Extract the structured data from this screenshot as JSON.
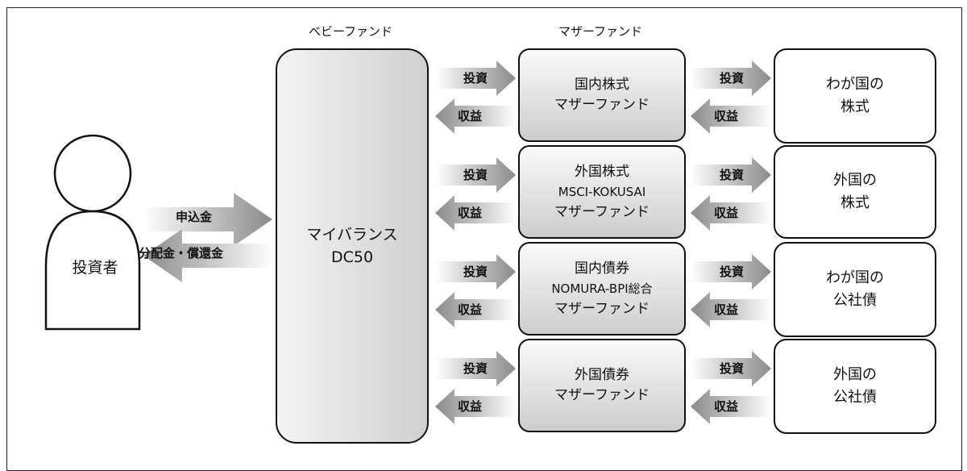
{
  "labels": {
    "baby_fund": "ベビーファンド",
    "mother_fund": "マザーファンド"
  },
  "investor": {
    "label": "投資者",
    "arrow_in": "申込金",
    "arrow_out": "分配金・償還金"
  },
  "baby": {
    "line1": "マイバランス",
    "line2": "DC50"
  },
  "arrow_words": {
    "invest": "投資",
    "profit": "収益"
  },
  "mothers": [
    {
      "line1": "国内株式",
      "line2": "マザーファンド",
      "line3": ""
    },
    {
      "line1": "外国株式",
      "line2": "MSCI-KOKUSAI",
      "line3": "マザーファンド"
    },
    {
      "line1": "国内債券",
      "line2": "NOMURA-BPI総合",
      "line3": "マザーファンド"
    },
    {
      "line1": "外国債券",
      "line2": "マザーファンド",
      "line3": ""
    }
  ],
  "assets": [
    {
      "line1": "わが国の",
      "line2": "株式"
    },
    {
      "line1": "外国の",
      "line2": "株式"
    },
    {
      "line1": "わが国の",
      "line2": "公社債"
    },
    {
      "line1": "外国の",
      "line2": "公社債"
    }
  ]
}
